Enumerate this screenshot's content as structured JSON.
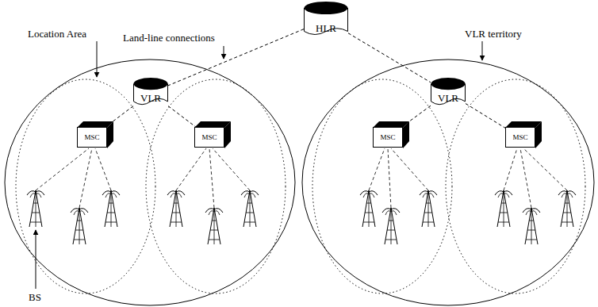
{
  "diagram": {
    "nodes": [
      {
        "text": [
          "HLR"
        ]
      },
      {
        "text": [
          "VLR"
        ]
      },
      {
        "text": [
          "MSC"
        ]
      },
      {
        "text": [
          "MSC"
        ]
      },
      {
        "text": [
          "VLR"
        ]
      },
      {
        "text": [
          "MSC"
        ]
      },
      {
        "text": [
          "MSC"
        ]
      }
    ],
    "edges": [
      {
        "from": 0,
        "to": 1,
        "arrow": "none"
      },
      {
        "from": 0,
        "to": 4,
        "arrow": "none"
      },
      {
        "from": 1,
        "to": 2,
        "arrow": "none"
      },
      {
        "from": 1,
        "to": 3,
        "arrow": "none"
      },
      {
        "from": 4,
        "to": 5,
        "arrow": "none"
      },
      {
        "from": 4,
        "to": 6,
        "arrow": "none"
      }
    ],
    "labels": [
      "Land-line connections",
      "VLR territory",
      "Location Area",
      "BS"
    ]
  }
}
